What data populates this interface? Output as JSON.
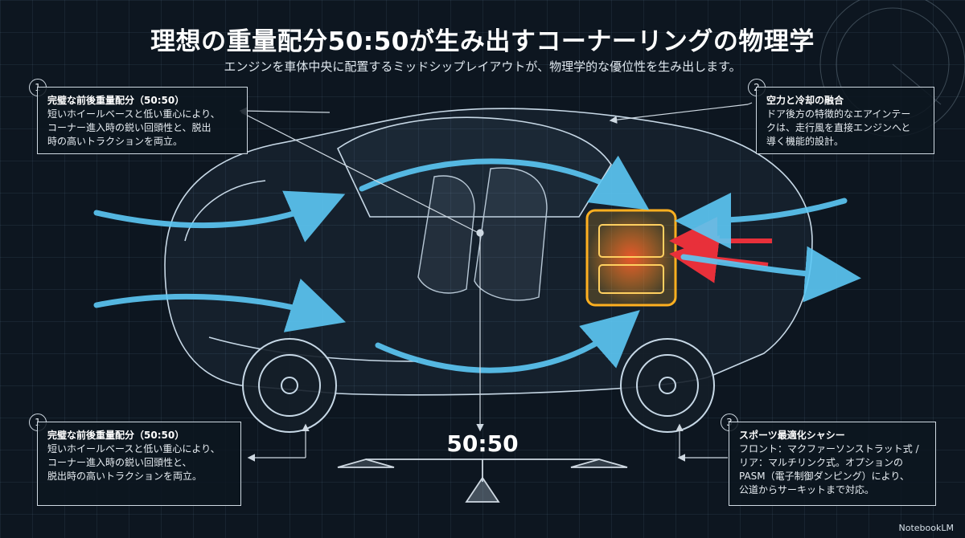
{
  "title": "理想の重量配分50:50が生み出すコーナーリングの物理学",
  "subtitle": "エンジンを車体中央に配置するミッドシップレイアウトが、物理学的な優位性を生み出します。",
  "ratio_label": "50:50",
  "brand": "NotebookLM",
  "callouts": [
    {
      "number": "1",
      "heading": "完璧な前後重量配分（50:50）",
      "body": "短いホイールベースと低い重心により、\nコーナー進入時の鋭い回頭性と、脱出\n時の高いトラクションを両立。"
    },
    {
      "number": "2",
      "heading": "空力と冷却の融合",
      "body": "ドア後方の特徴的なエアインテー\nクは、走行風を直接エンジンへと\n導く機能的設計。"
    },
    {
      "number": "1",
      "heading": "完璧な前後重量配分（50:50）",
      "body": "短いホイールベースと低い重心により、\nコーナー進入時の鋭い回頭性と、\n脱出時の高いトラクションを両立。"
    },
    {
      "number": "3",
      "heading": "スポーツ最適化シャシー",
      "body": "フロント：マクファーソンストラット式 /\nリア：マルチリンク式。オプションの\nPASM（電子制御ダンピング）により、\n公道からサーキットまで対応。"
    }
  ],
  "colors": {
    "background": "#0d1620",
    "airflow": "#5cc8f5",
    "engine": "#ffb020",
    "exhaust": "#e8303a",
    "line": "#cfd9e2"
  }
}
